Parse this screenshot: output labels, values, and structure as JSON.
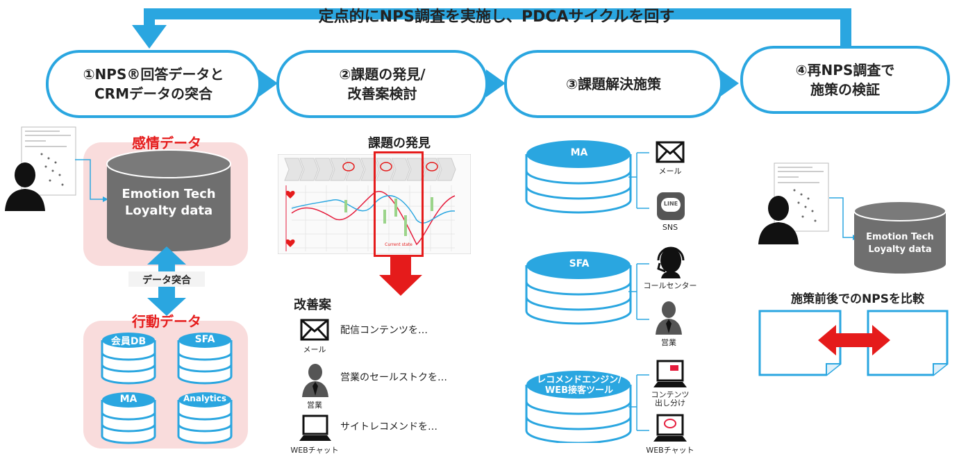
{
  "loop_title": "定点的にNPS調査を実施し、PDCAサイクルを回す",
  "steps": [
    {
      "label": "①NPS®回答データと\nCRMデータの突合"
    },
    {
      "label": "②課題の発見/\n改善案検討"
    },
    {
      "label": "③課題解決施策"
    },
    {
      "label": "④再NPS調査で\n施策の検証"
    }
  ],
  "panel1": {
    "emotion_label": "感情データ",
    "emotion_db": "Emotion Tech\nLoyalty data",
    "match_label": "データ突合",
    "behavior_label": "行動データ",
    "behavior_dbs": [
      "会員DB",
      "SFA",
      "MA",
      "Analytics"
    ]
  },
  "panel2": {
    "discovery_title": "課題の発見",
    "chart_caption": "Current state",
    "improve_title": "改善案",
    "items": [
      {
        "icon_label": "メール",
        "text": "配信コンテンツを…"
      },
      {
        "icon_label": "営業",
        "text": "営業のセールストクを…"
      },
      {
        "icon_label": "WEBチャット",
        "text": "サイトレコメンドを…"
      }
    ]
  },
  "panel3": {
    "groups": [
      {
        "db": "MA",
        "outputs": [
          "メール",
          "SNS"
        ]
      },
      {
        "db": "SFA",
        "outputs": [
          "コールセンター",
          "営業"
        ]
      },
      {
        "db": "レコメンドエンジン/\nWEB接客ツール",
        "outputs": [
          "コンテンツ\n出し分け",
          "WEBチャット"
        ]
      }
    ],
    "line_icon_text": "LINE"
  },
  "panel4": {
    "db": "Emotion Tech\nLoyalty data",
    "compare_label": "施策前後でのNPSを比較"
  },
  "colors": {
    "accent_blue": "#2aa6e0",
    "red": "#e51b1b",
    "pink": "#f9dcdc",
    "db_gray": "#6f6f6f"
  }
}
